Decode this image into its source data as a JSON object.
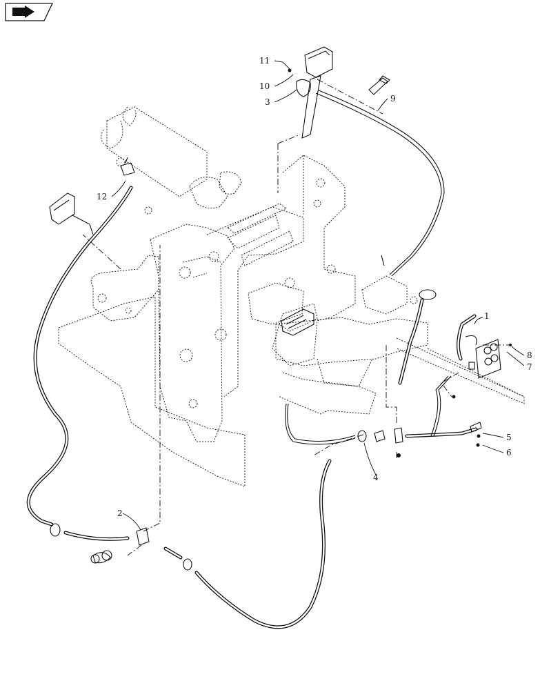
{
  "nav_icon": "arrow-icon",
  "callouts": [
    "1",
    "2",
    "3",
    "4",
    "5",
    "6",
    "7",
    "8",
    "9",
    "10",
    "11",
    "12"
  ]
}
